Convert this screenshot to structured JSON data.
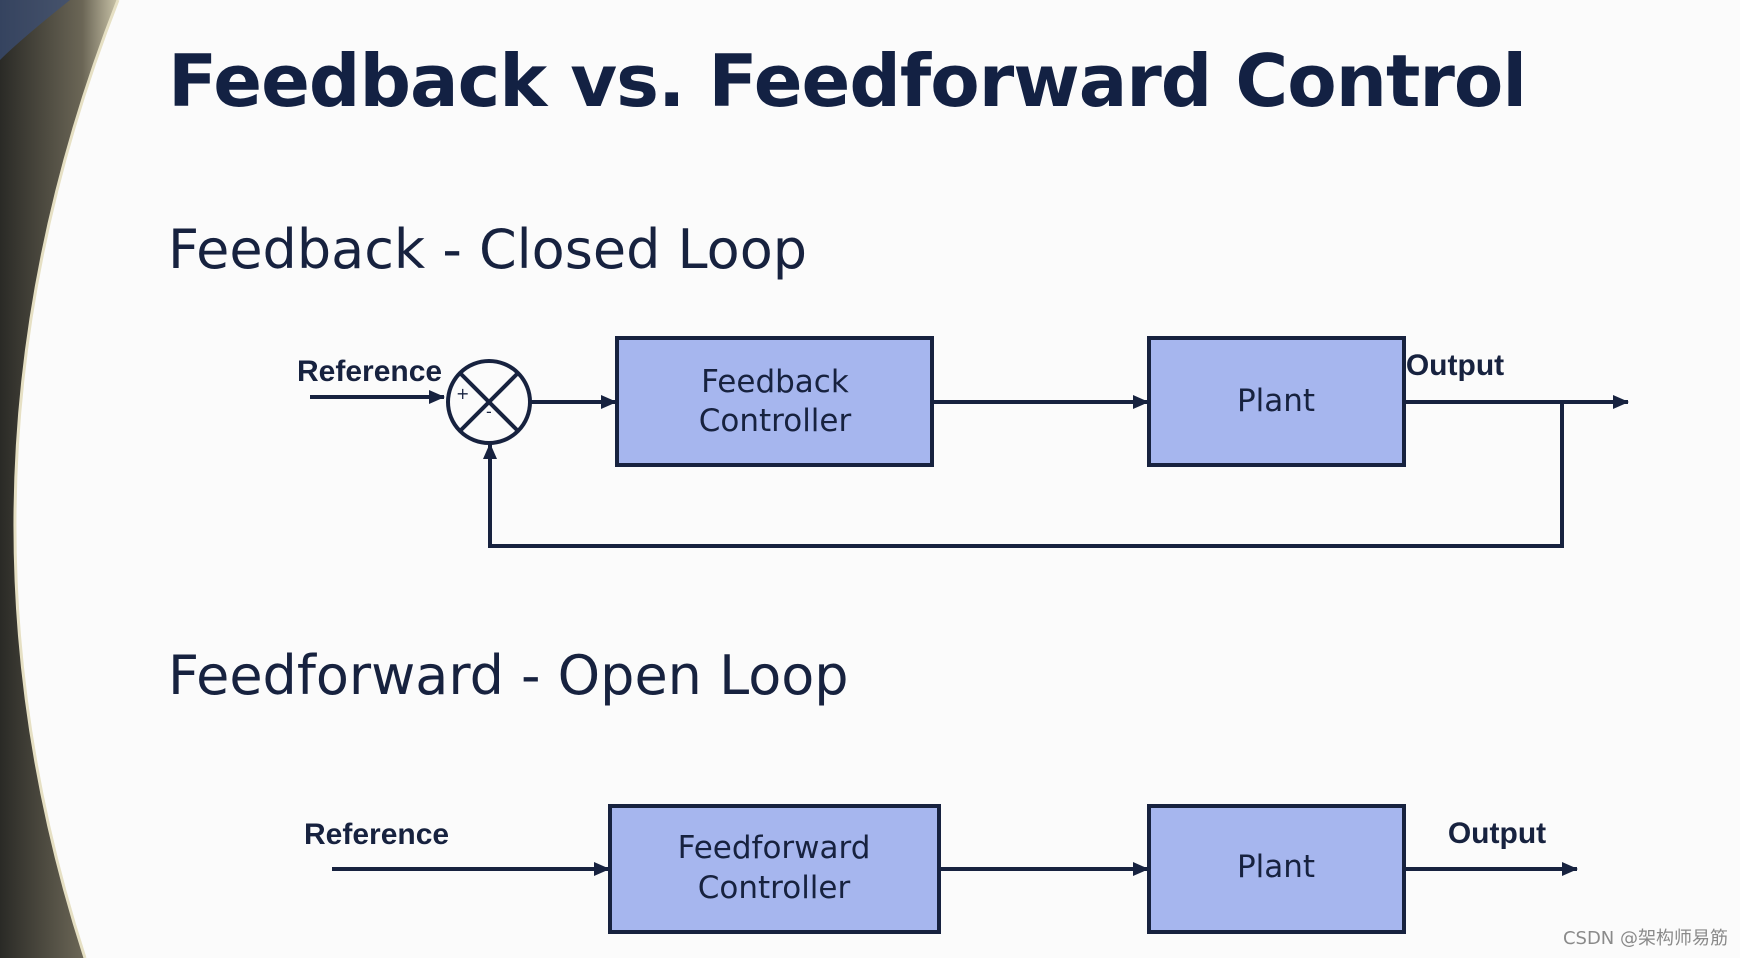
{
  "title": "Feedback vs. Feedforward Control",
  "sections": {
    "feedback": {
      "heading": "Feedback - Closed Loop",
      "input_label": "Reference",
      "controller_line1": "Feedback",
      "controller_line2": "Controller",
      "plant_label": "Plant",
      "output_label": "Output",
      "sum_plus": "+",
      "sum_minus": "-"
    },
    "feedforward": {
      "heading": "Feedforward - Open Loop",
      "input_label": "Reference",
      "controller_line1": "Feedforward",
      "controller_line2": "Controller",
      "plant_label": "Plant",
      "output_label": "Output"
    }
  },
  "watermark": "CSDN @架构师易筋",
  "colors": {
    "block_fill": "#a6b6ee",
    "line": "#17223f",
    "title": "#132143"
  }
}
